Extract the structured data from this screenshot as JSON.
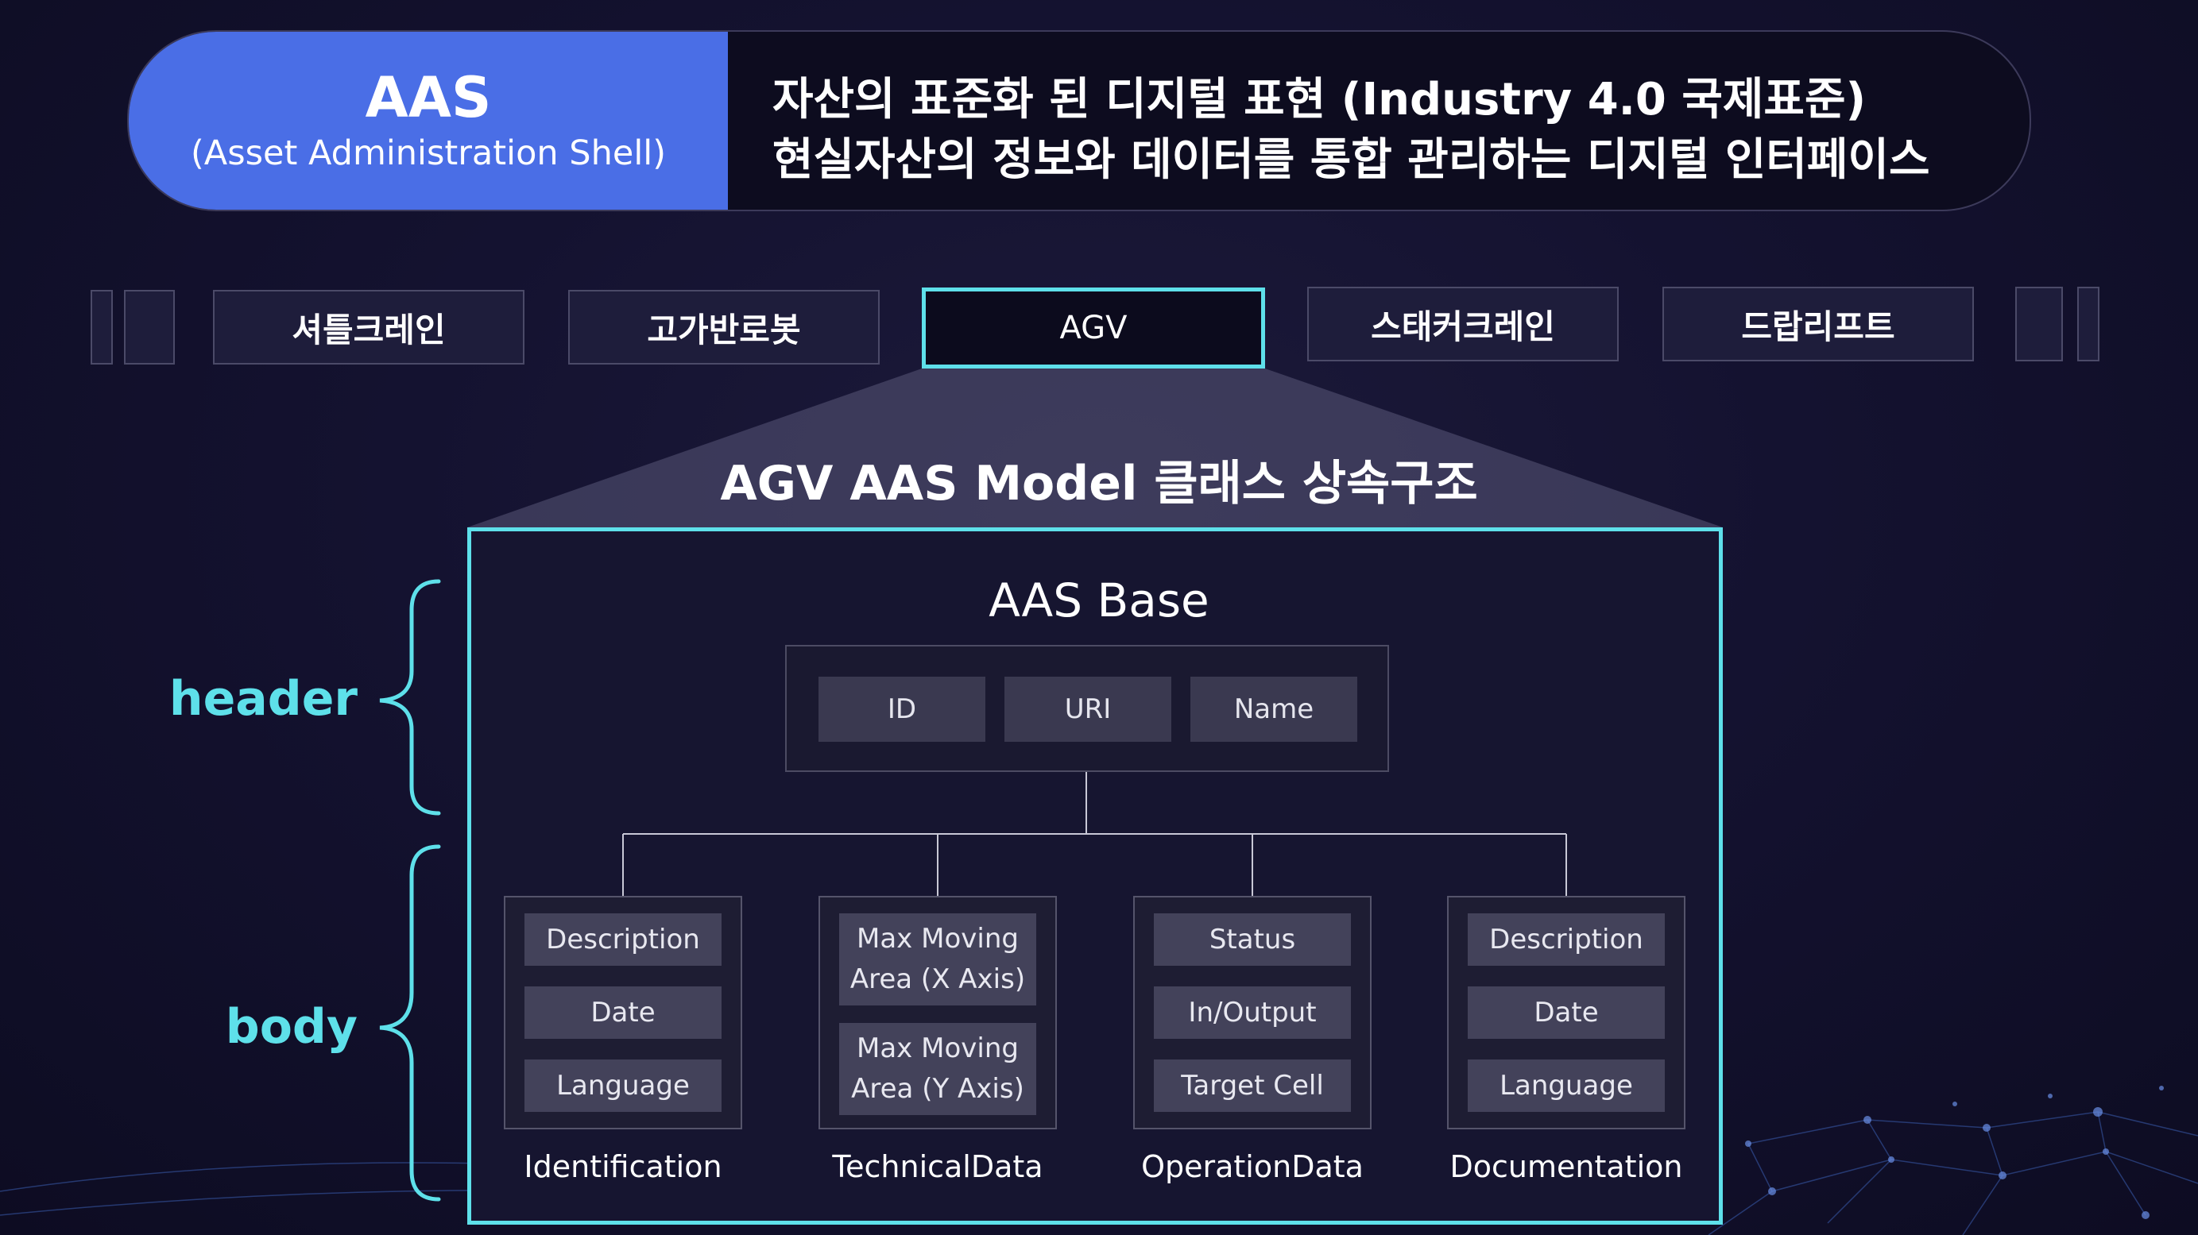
{
  "banner": {
    "title": "AAS",
    "subtitle": "(Asset Administration Shell)",
    "line1": "자산의 표준화 된 디지털 표현 (Industry 4.0 국제표준)",
    "line2": "현실자산의 정보와 데이터를 통합 관리하는 디지털 인터페이스"
  },
  "tabs": [
    "셔틀크레인",
    "고가반로봇",
    "AGV",
    "스태커크레인",
    "드랍리프트"
  ],
  "active_tab": "AGV",
  "model_title": "AGV AAS Model 클래스 상속구조",
  "base": {
    "title": "AAS Base",
    "fields": [
      "ID",
      "URI",
      "Name"
    ]
  },
  "groups": [
    {
      "label": "Identification",
      "items": [
        "Description",
        "Date",
        "Language"
      ]
    },
    {
      "label": "TechnicalData",
      "items": [
        "Max Moving\nArea (X Axis)",
        "Max Moving\nArea (Y Axis)"
      ]
    },
    {
      "label": "OperationData",
      "items": [
        "Status",
        "In/Output",
        "Target Cell"
      ]
    },
    {
      "label": "Documentation",
      "items": [
        "Description",
        "Date",
        "Language"
      ]
    }
  ],
  "side_labels": {
    "header": "header",
    "body": "body"
  },
  "colors": {
    "accent": "#5ee0ea",
    "banner_blue": "#4a6ee6",
    "background": "#141230"
  }
}
